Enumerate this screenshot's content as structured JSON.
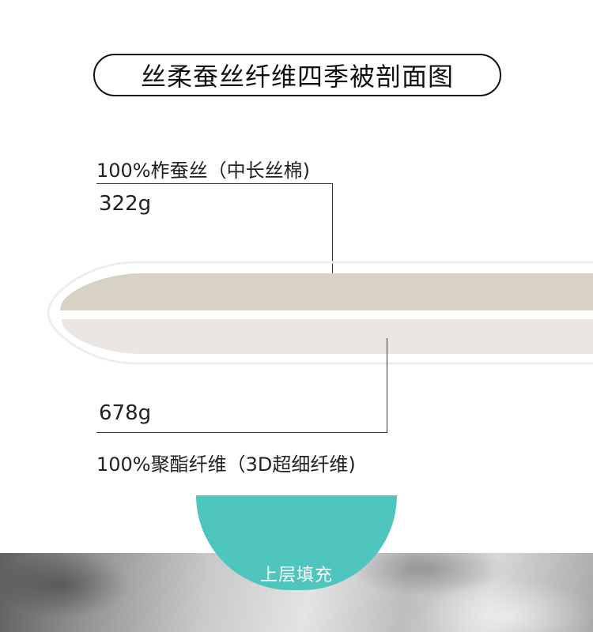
{
  "title": "丝柔蚕丝纤维四季被剖面图",
  "top_layer": {
    "material": "100%柞蚕丝（中长丝棉)",
    "weight": "322g",
    "color": "#d8d2c4"
  },
  "bottom_layer": {
    "weight": "678g",
    "material": "100%聚酯纤维（3D超细纤维)",
    "color": "#e9e6e4"
  },
  "section_badge": {
    "label": "上层填充",
    "color": "#4fc6bd"
  }
}
